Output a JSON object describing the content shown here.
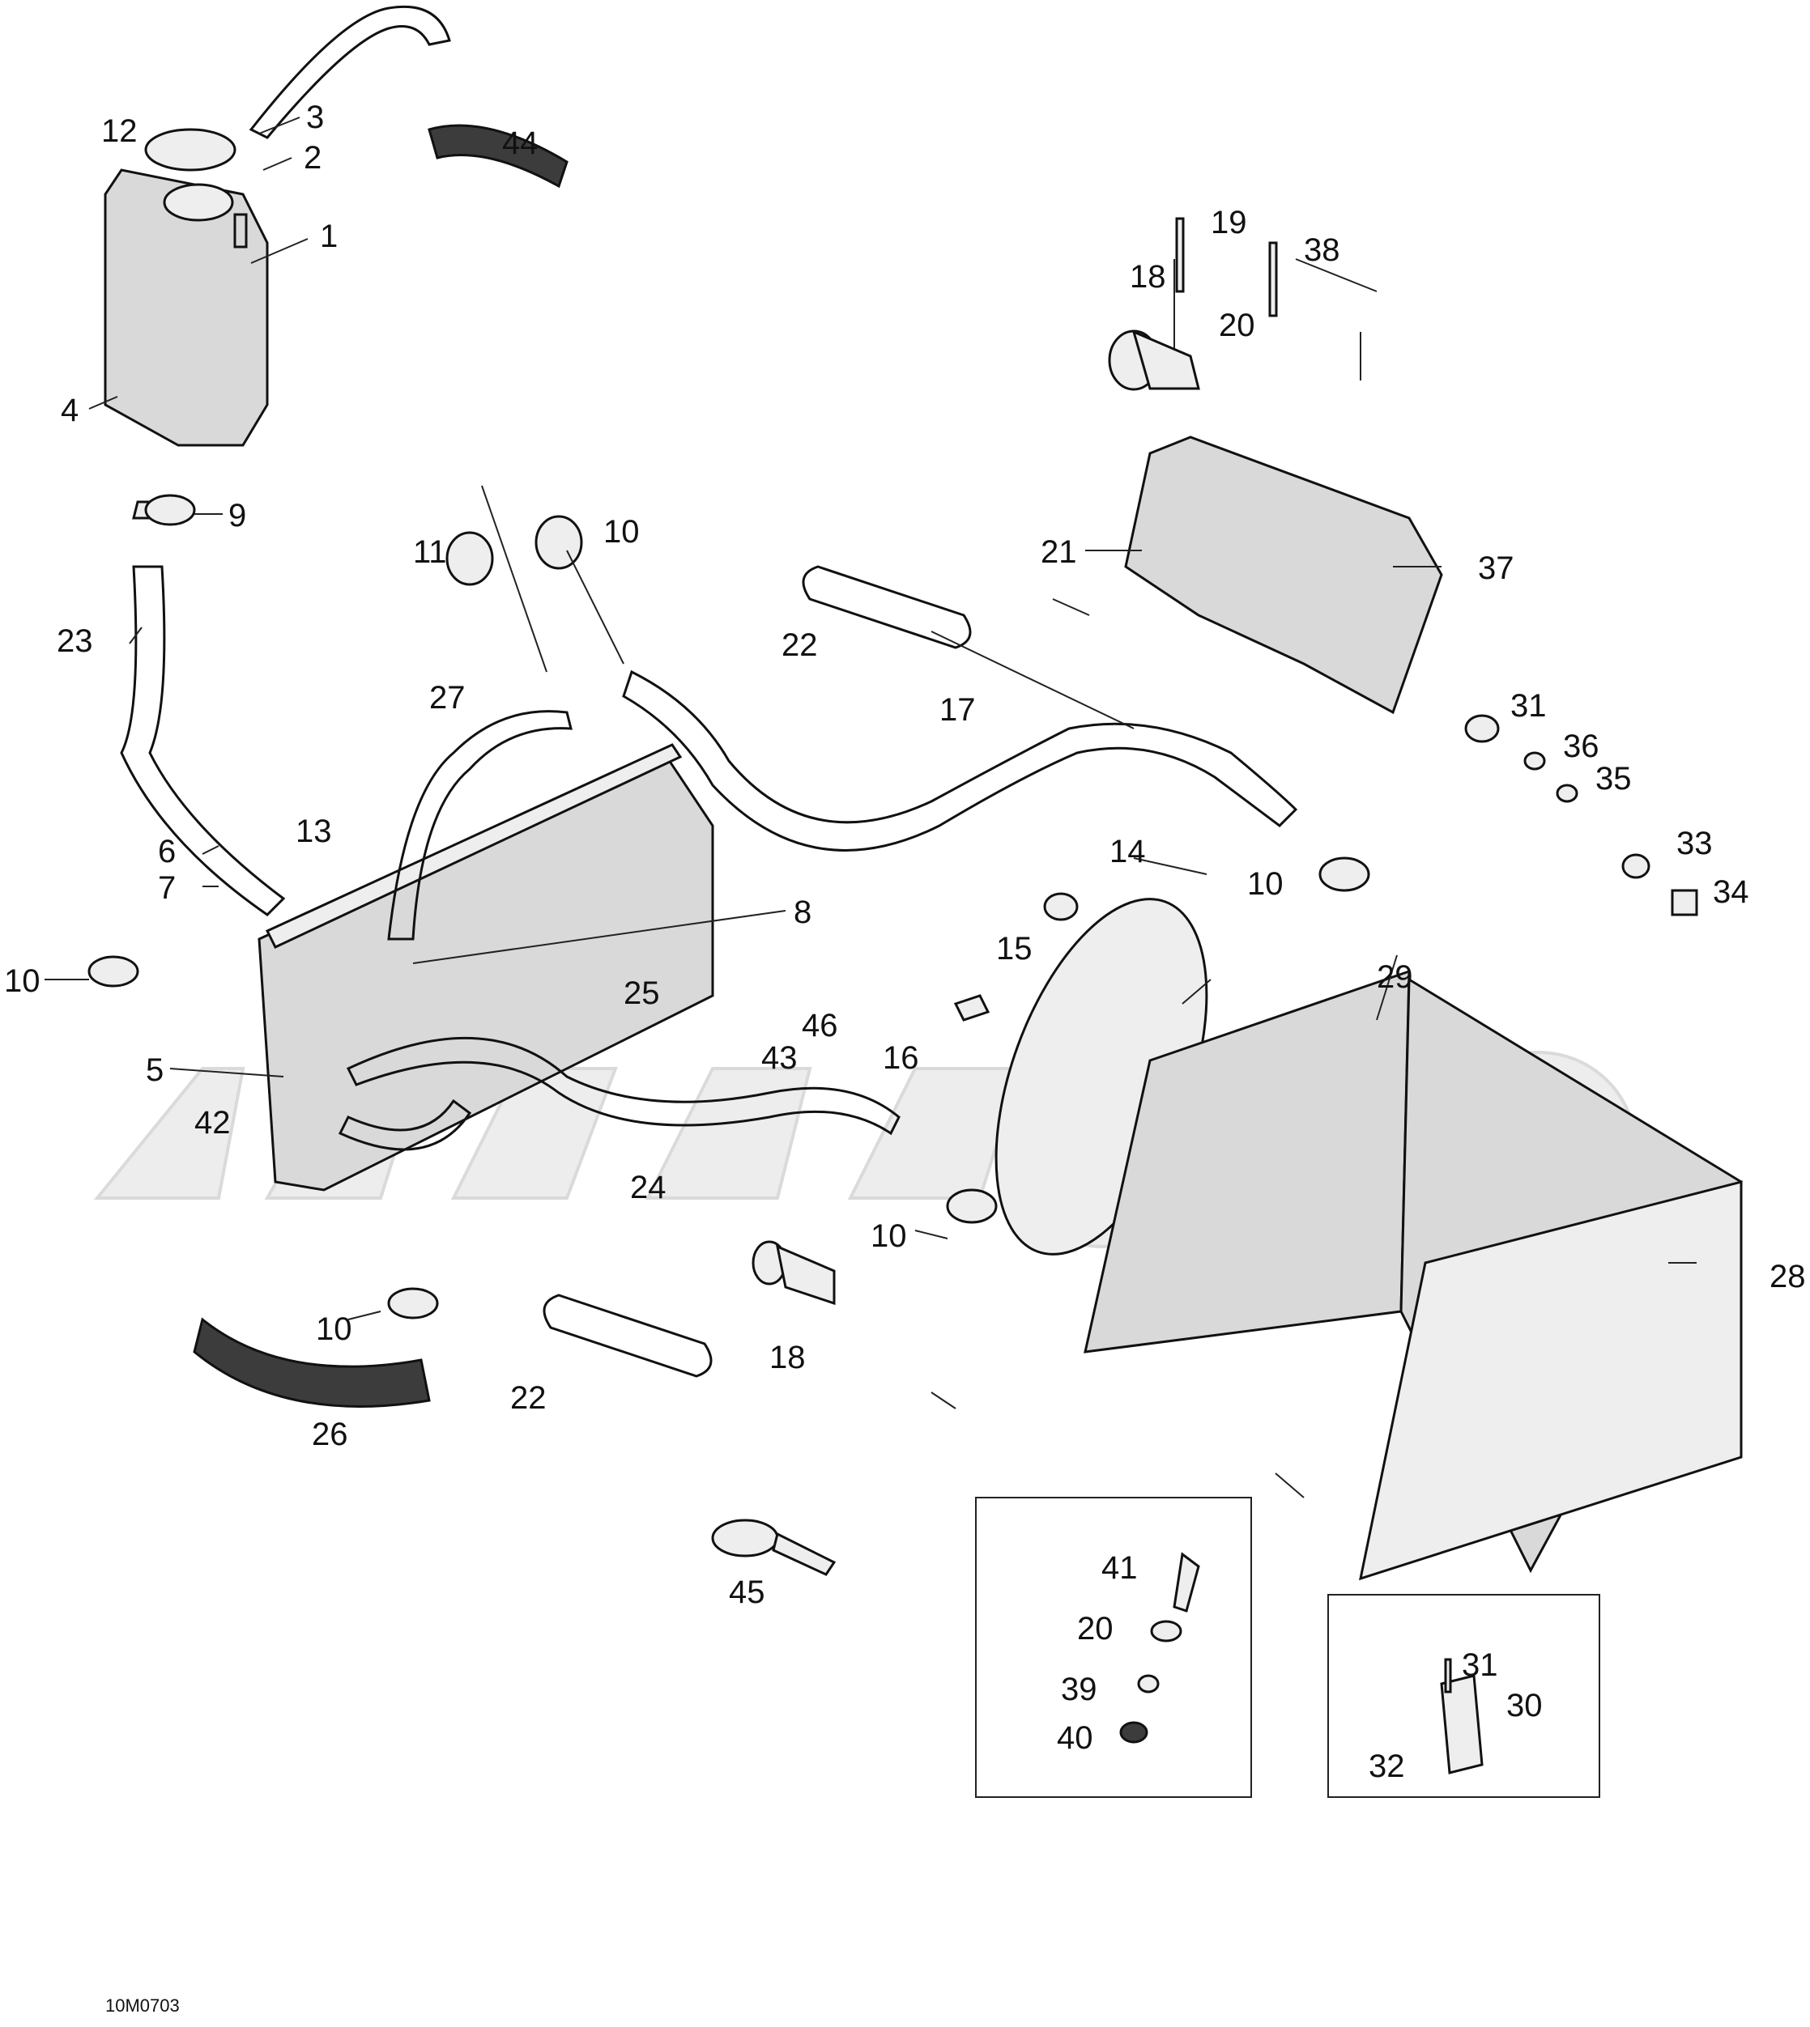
{
  "diagram_code": "10M0703",
  "callouts": [
    {
      "id": "c1",
      "label": "1"
    },
    {
      "id": "c2",
      "label": "2"
    },
    {
      "id": "c3",
      "label": "3"
    },
    {
      "id": "c4",
      "label": "4"
    },
    {
      "id": "c5",
      "label": "5"
    },
    {
      "id": "c6",
      "label": "6"
    },
    {
      "id": "c7",
      "label": "7"
    },
    {
      "id": "c8",
      "label": "8"
    },
    {
      "id": "c9",
      "label": "9"
    },
    {
      "id": "c10a",
      "label": "10"
    },
    {
      "id": "c10b",
      "label": "10"
    },
    {
      "id": "c10c",
      "label": "10"
    },
    {
      "id": "c10d",
      "label": "10"
    },
    {
      "id": "c10e",
      "label": "10"
    },
    {
      "id": "c11",
      "label": "11"
    },
    {
      "id": "c12",
      "label": "12"
    },
    {
      "id": "c13",
      "label": "13"
    },
    {
      "id": "c14",
      "label": "14"
    },
    {
      "id": "c15",
      "label": "15"
    },
    {
      "id": "c16",
      "label": "16"
    },
    {
      "id": "c17",
      "label": "17"
    },
    {
      "id": "c18a",
      "label": "18"
    },
    {
      "id": "c18b",
      "label": "18"
    },
    {
      "id": "c19",
      "label": "19"
    },
    {
      "id": "c20a",
      "label": "20"
    },
    {
      "id": "c20b",
      "label": "20"
    },
    {
      "id": "c21",
      "label": "21"
    },
    {
      "id": "c22a",
      "label": "22"
    },
    {
      "id": "c22b",
      "label": "22"
    },
    {
      "id": "c23",
      "label": "23"
    },
    {
      "id": "c24",
      "label": "24"
    },
    {
      "id": "c25",
      "label": "25"
    },
    {
      "id": "c26",
      "label": "26"
    },
    {
      "id": "c27",
      "label": "27"
    },
    {
      "id": "c28",
      "label": "28"
    },
    {
      "id": "c29",
      "label": "29"
    },
    {
      "id": "c30",
      "label": "30"
    },
    {
      "id": "c31a",
      "label": "31"
    },
    {
      "id": "c31b",
      "label": "31"
    },
    {
      "id": "c32",
      "label": "32"
    },
    {
      "id": "c33",
      "label": "33"
    },
    {
      "id": "c34",
      "label": "34"
    },
    {
      "id": "c35",
      "label": "35"
    },
    {
      "id": "c36",
      "label": "36"
    },
    {
      "id": "c37",
      "label": "37"
    },
    {
      "id": "c38",
      "label": "38"
    },
    {
      "id": "c39",
      "label": "39"
    },
    {
      "id": "c40",
      "label": "40"
    },
    {
      "id": "c41",
      "label": "41"
    },
    {
      "id": "c42",
      "label": "42"
    },
    {
      "id": "c43",
      "label": "43"
    },
    {
      "id": "c44",
      "label": "44"
    },
    {
      "id": "c45",
      "label": "45"
    },
    {
      "id": "c46",
      "label": "46"
    }
  ]
}
